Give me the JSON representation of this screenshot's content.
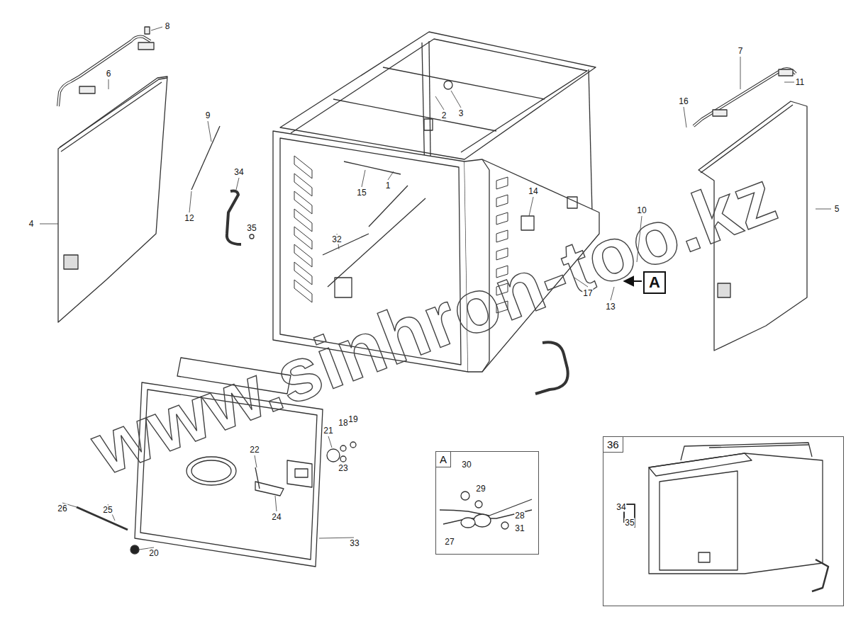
{
  "diagram": {
    "nodes": [
      {
        "text": [
          "A"
        ]
      },
      {
        "text": [
          "A"
        ]
      },
      {
        "text": [
          "36"
        ]
      }
    ],
    "labels": [
      "8",
      "6",
      "9",
      "34",
      "12",
      "35",
      "4",
      "2",
      "3",
      "15",
      "1",
      "32",
      "14",
      "7",
      "11",
      "16",
      "10",
      "5",
      "17",
      "13",
      "21",
      "18",
      "19",
      "22",
      "23",
      "24",
      "26",
      "25",
      "20",
      "33",
      "30",
      "29",
      "28",
      "27",
      "31",
      "34",
      "35",
      "www.sinhron-too.kz"
    ]
  }
}
